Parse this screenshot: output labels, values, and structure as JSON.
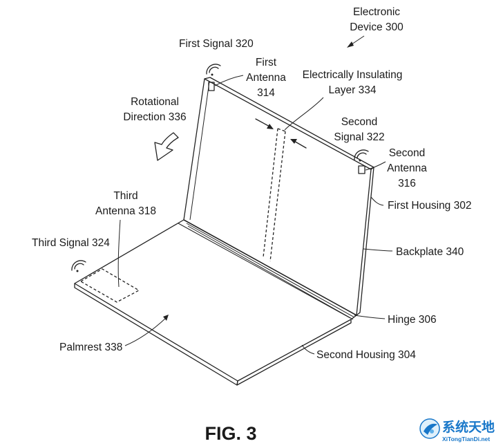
{
  "labels": {
    "electronic_device": [
      "Electronic",
      "Device 300"
    ],
    "first_signal": "First Signal 320",
    "first_antenna": [
      "First",
      "Antenna",
      "314"
    ],
    "insulating_layer": [
      "Electrically Insulating",
      "Layer 334"
    ],
    "rotational_direction": [
      "Rotational",
      "Direction 336"
    ],
    "second_signal": [
      "Second",
      "Signal 322"
    ],
    "second_antenna": [
      "Second",
      "Antenna",
      "316"
    ],
    "first_housing": "First Housing 302",
    "third_antenna": [
      "Third",
      "Antenna 318"
    ],
    "third_signal": "Third Signal 324",
    "backplate": "Backplate 340",
    "hinge": "Hinge 306",
    "palmrest": "Palmrest 338",
    "second_housing": "Second Housing 304"
  },
  "figure_title": "FIG. 3",
  "watermark": {
    "text_cn": "系统天地",
    "text_en": "XiTongTianDi.net",
    "color": "#1877c9"
  }
}
